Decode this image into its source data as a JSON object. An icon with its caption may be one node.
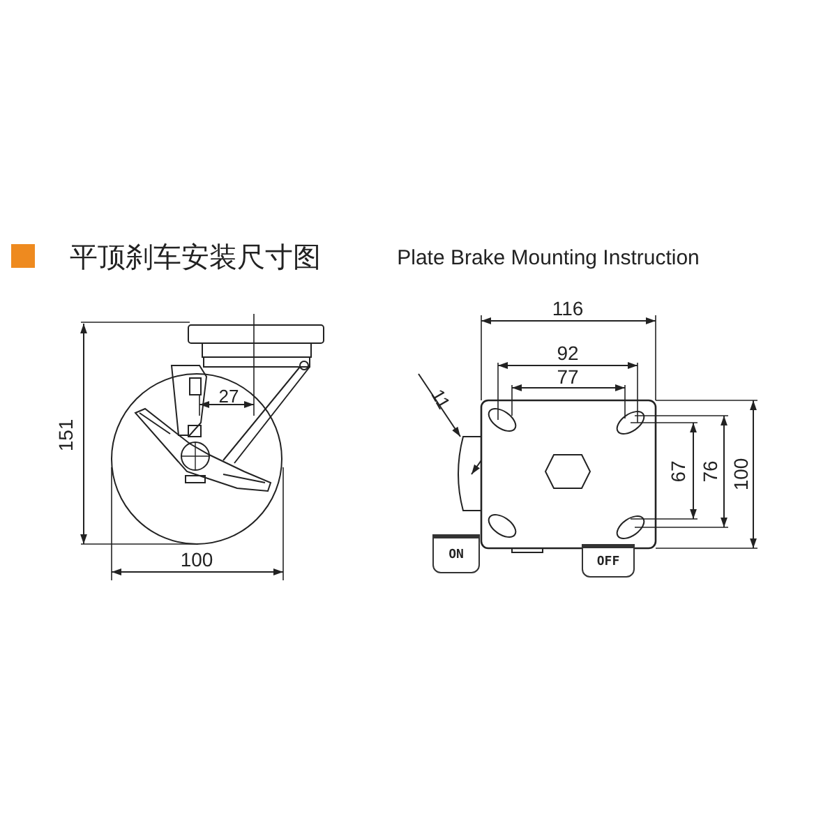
{
  "diagram": {
    "title": "平顶刹车安装尺寸图",
    "nodes": [
      {
        "text": [
          "ON"
        ]
      },
      {
        "text": [
          "OFF"
        ]
      }
    ],
    "labels": [
      "Plate Brake Mounting Instruction",
      "151",
      "27",
      "100",
      "116",
      "92",
      "77",
      "11",
      "67",
      "76",
      "100"
    ]
  }
}
